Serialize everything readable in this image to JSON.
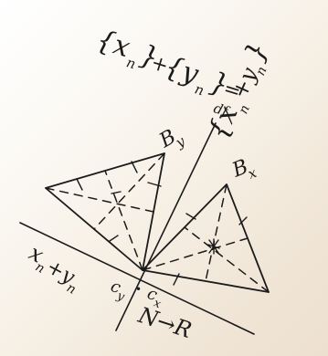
{
  "formula": {
    "part1": "{x",
    "sub1": "n",
    "close1": "}",
    "plus": "+",
    "part2": "{y",
    "sub2": "n",
    "close2": "}",
    "equals": "=",
    "df": "df",
    "rhs": "{x",
    "rhs_sub1": "n",
    "rhs_plus": "+y",
    "rhs_sub2": "n",
    "rhs_close": "}"
  },
  "labels": {
    "by": "B",
    "by_sub": "y",
    "bx": "B",
    "bx_sub": "x",
    "sum": "x",
    "sum_sub1": "n",
    "sum_plus": "+y",
    "sum_sub2": "n",
    "cy": "c",
    "cy_sub": "y",
    "dot": "•",
    "cx": "c",
    "cx_sub": "x",
    "mapping": "N→R"
  }
}
